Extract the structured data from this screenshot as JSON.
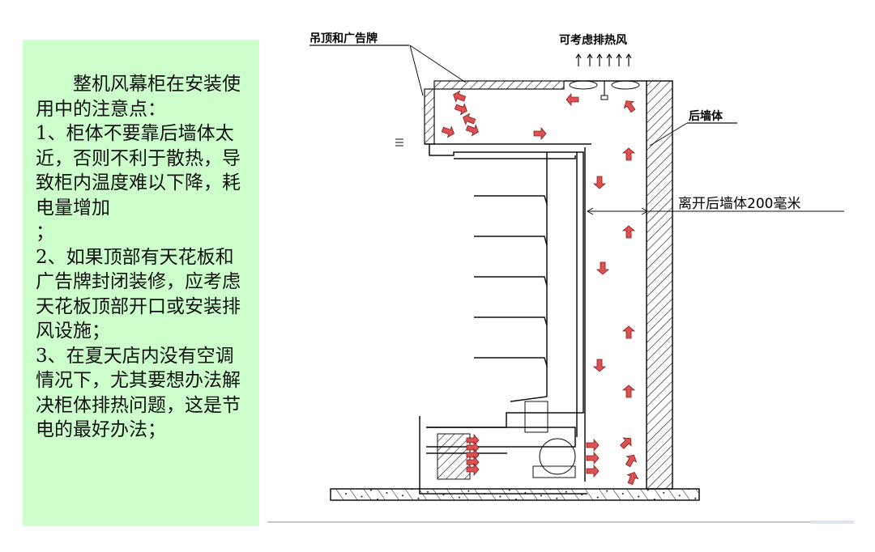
{
  "notes": {
    "title": "整机风幕柜在安装使用中的注意点：",
    "item1": "1、柜体不要靠后墙体太近，否则不利于散热，导致柜内温度难以下降，耗电量增加",
    "item1_tail": "；",
    "item2": "2、如果顶部有天花板和广告牌封闭装修，应考虑天花板顶部开口或安装排风设施；",
    "item3": "3、在夏天店内没有空调情况下，尤其要想办法解决柜体排热问题，这是节电的最好办法；"
  },
  "diagram": {
    "label_ceiling": "吊顶和广告牌",
    "label_exhaust": "可考虑排热风",
    "label_back_wall": "后墙体",
    "label_distance": "离开后墙体200毫米"
  },
  "colors": {
    "panel_bg": "#ccffcc",
    "airflow_arrow": "#e05050",
    "line": "#111111"
  }
}
